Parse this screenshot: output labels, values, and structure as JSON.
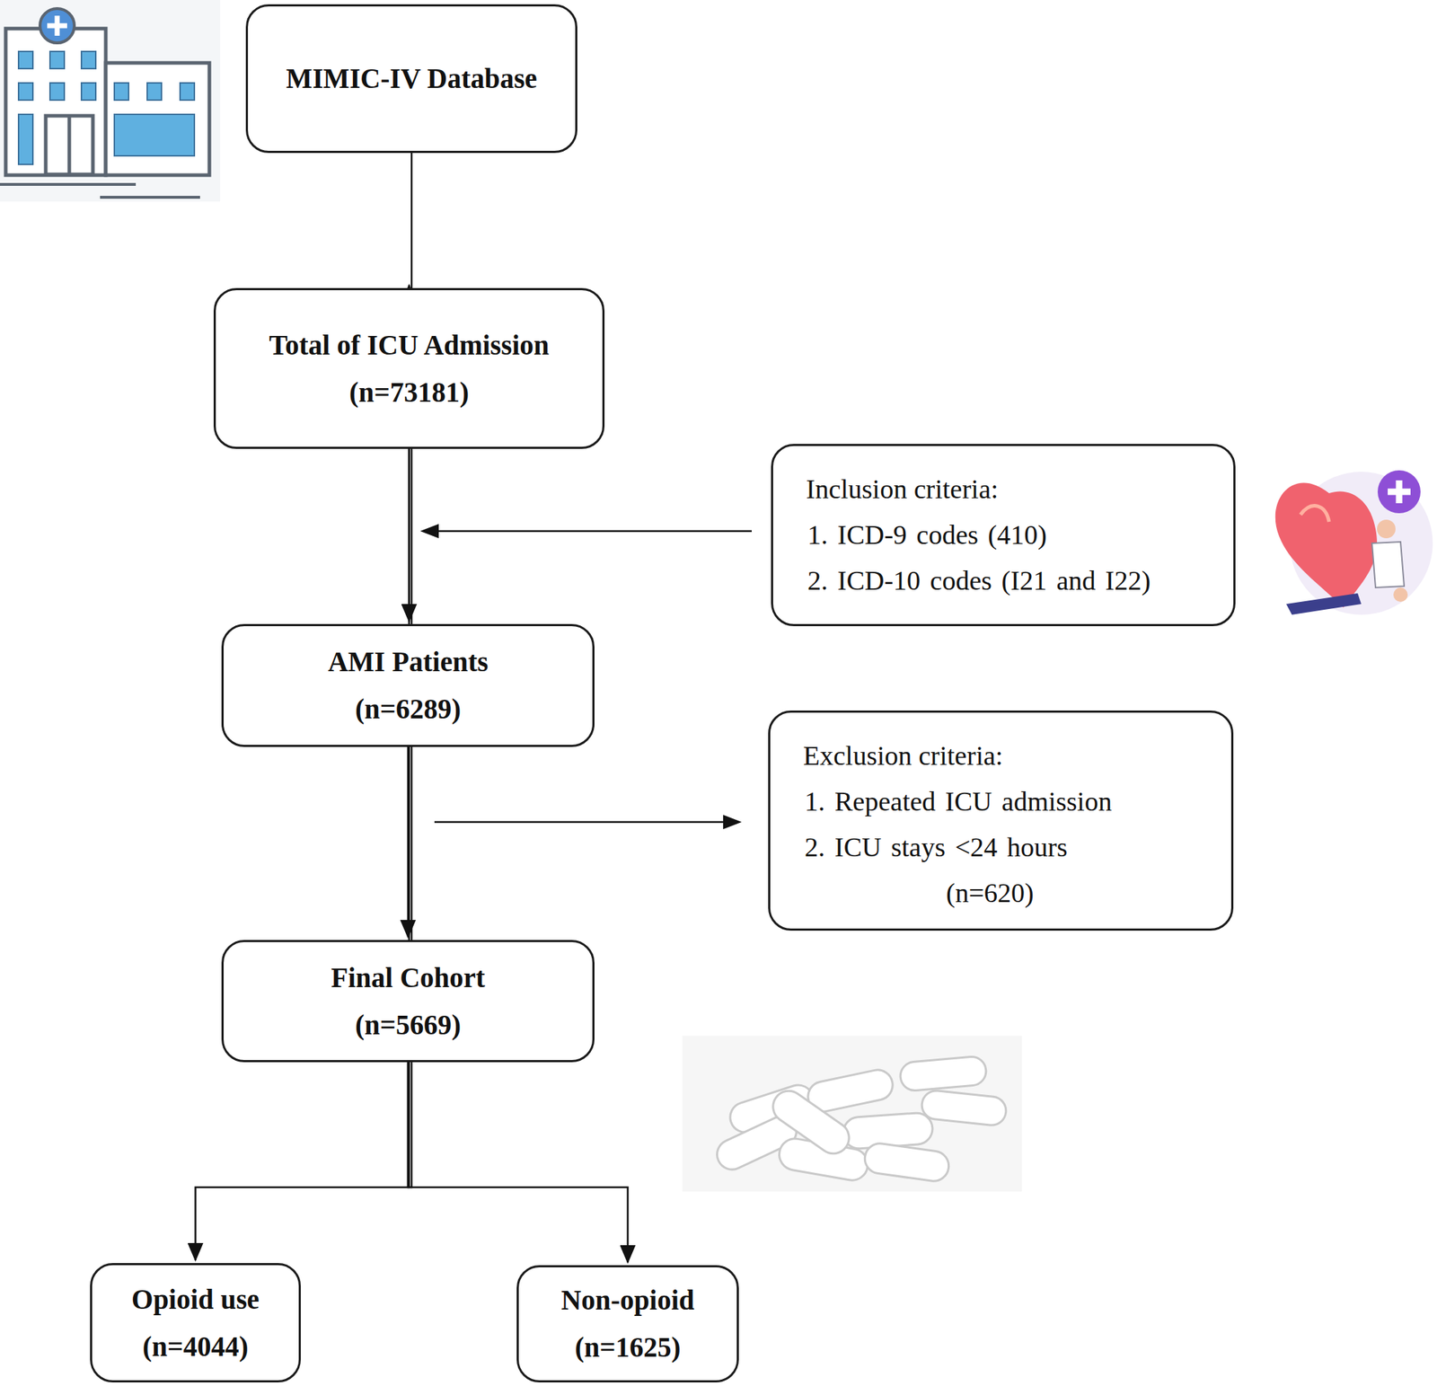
{
  "diagram": {
    "nodes": [
      {
        "text": [
          "MIMIC-IV Database"
        ]
      },
      {
        "text": [
          "Total of ICU Admission",
          "(n=73181)"
        ]
      },
      {
        "text": [
          "Inclusion criteria:",
          "1. ICD-9 codes (410)",
          "2. ICD-10 codes (I21 and I22)"
        ]
      },
      {
        "text": [
          "AMI Patients",
          "(n=6289)"
        ]
      },
      {
        "text": [
          "Exclusion criteria:",
          "1. Repeated ICU admission",
          "2. ICU stays <24 hours",
          "(n=620)"
        ]
      },
      {
        "text": [
          "Final Cohort",
          "(n=5669)"
        ]
      },
      {
        "text": [
          "Opioid use",
          "(n=4044)"
        ]
      },
      {
        "text": [
          "Non-opioid",
          "(n=1625)"
        ]
      }
    ],
    "edges": [
      {
        "from": 0,
        "to": 1,
        "arrow": "to"
      },
      {
        "from": 1,
        "to": 3,
        "arrow": "to"
      },
      {
        "from": 3,
        "to": 5,
        "arrow": "to"
      },
      {
        "from": 5,
        "to": 6,
        "arrow": "to"
      },
      {
        "from": 5,
        "to": 7,
        "arrow": "to"
      }
    ]
  }
}
